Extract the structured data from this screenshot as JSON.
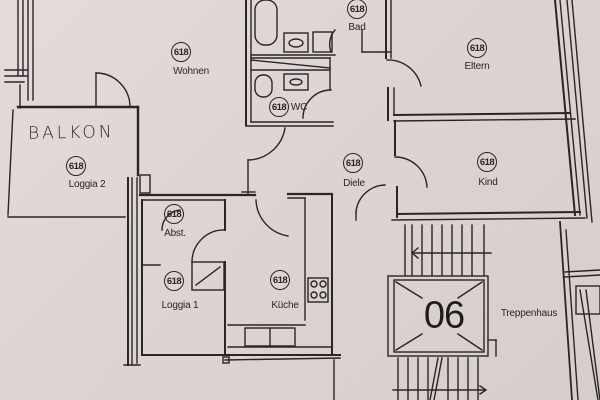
{
  "floor_plan": {
    "annotation": "BALKON",
    "stair_number": "06",
    "rooms": [
      {
        "id": "wohnen",
        "label": "Wohnen",
        "badge": "618"
      },
      {
        "id": "bad",
        "label": "Bad",
        "badge": "618"
      },
      {
        "id": "wc",
        "label": "WC",
        "badge": "618"
      },
      {
        "id": "eltern",
        "label": "Eltern",
        "badge": "618"
      },
      {
        "id": "loggia2",
        "label": "Loggia 2",
        "badge": "618"
      },
      {
        "id": "diele",
        "label": "Diele",
        "badge": "618"
      },
      {
        "id": "kind",
        "label": "Kind",
        "badge": "618"
      },
      {
        "id": "abst",
        "label": "Abst.",
        "badge": "618"
      },
      {
        "id": "loggia1",
        "label": "Loggia 1",
        "badge": "618"
      },
      {
        "id": "kueche",
        "label": "Küche",
        "badge": "618"
      },
      {
        "id": "treppenhaus",
        "label": "Treppenhaus",
        "badge": ""
      }
    ]
  }
}
